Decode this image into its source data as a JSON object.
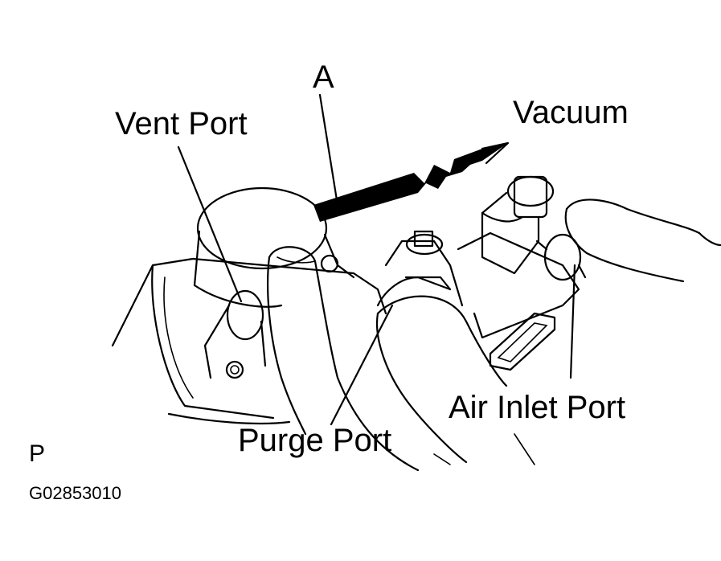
{
  "labels": {
    "a": "A",
    "vacuum": "Vacuum",
    "vent_port": "Vent Port",
    "purge_port": "Purge Port",
    "air_inlet_port": "Air Inlet Port",
    "view_letter": "P",
    "figure_code": "G02853010"
  }
}
